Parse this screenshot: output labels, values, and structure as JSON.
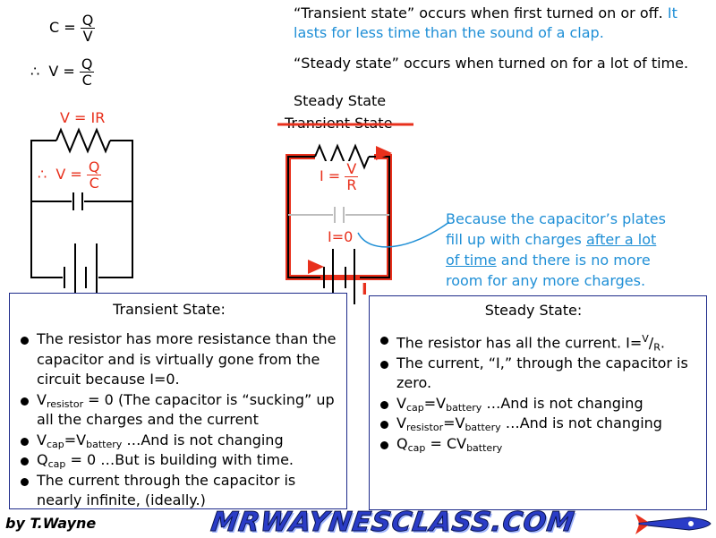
{
  "formulas": {
    "c_lhs": "C =",
    "c_num": "Q",
    "c_den": "V",
    "therefore": "∴",
    "v_lhs": "V =",
    "v_num": "Q",
    "v_den": "C"
  },
  "intro": {
    "transient_black": "“Transient state” occurs when first turned on or off.",
    "transient_blue": "It lasts for less time than the sound of a clap.",
    "steady": "“Steady state” occurs when turned on for a lot of time."
  },
  "left_circuit": {
    "vir": "V = IR",
    "cap_therefore": "∴",
    "cap_lhs": "V =",
    "cap_num": "Q",
    "cap_den": "C"
  },
  "right_circuit": {
    "steady_title": "Steady State",
    "transient_title": "Transient State",
    "i_lhs": "I =",
    "i_num": "V",
    "i_den": "R",
    "i_zero": "I=0",
    "current_label": "I"
  },
  "callout": {
    "line1": "Because the capacitor’s plates",
    "line2_a": "fill up with charges ",
    "line2_u": "after a lot",
    "line3_u": "of time",
    "line3_b": " and there is no more",
    "line4": "room for any more charges."
  },
  "transient_box": {
    "title": "Transient State:",
    "b1": "The resistor has more resistance than the capacitor and is virtually gone from the circuit because I=0.",
    "b2_v": "V",
    "b2_sub": "resistor",
    "b2_rest": " = 0 (The capacitor is “sucking” up all the charges and the current",
    "b3_v1": "V",
    "b3_sub1": "cap",
    "b3_eq": "=V",
    "b3_sub2": "battery",
    "b3_rest": " …And is not changing",
    "b4_q": "Q",
    "b4_sub": "cap",
    "b4_rest": " = 0 …But is building with time.",
    "b5": "The current through the capacitor is nearly infinite, (ideally.)"
  },
  "steady_box": {
    "title": "Steady State:",
    "b1_a": "The resistor has all the current. I=",
    "b1_v": "V",
    "b1_slash": "/",
    "b1_r": "R",
    "b1_dot": ".",
    "b2": "The current, “I,” through the capacitor is zero.",
    "b3_v1": "V",
    "b3_sub1": "cap",
    "b3_eq": "=V",
    "b3_sub2": "battery",
    "b3_rest": " …And is not changing",
    "b4_v1": "V",
    "b4_sub1": "resistor",
    "b4_eq": "=V",
    "b4_sub2": "battery",
    "b4_rest": " …And is not changing",
    "b5_q": "Q",
    "b5_sub": "cap",
    "b5_eq": " = CV",
    "b5_sub2": "battery"
  },
  "footer": {
    "author": "by T.Wayne",
    "site": "MRWAYNESCLASS.COM"
  },
  "colors": {
    "red": "#e8301c",
    "blue": "#1f8fd6",
    "box_border": "#1d2a8a"
  },
  "icons": [
    "resistor-icon",
    "capacitor-icon",
    "battery-icon",
    "arrow-icon",
    "rocket-icon"
  ]
}
